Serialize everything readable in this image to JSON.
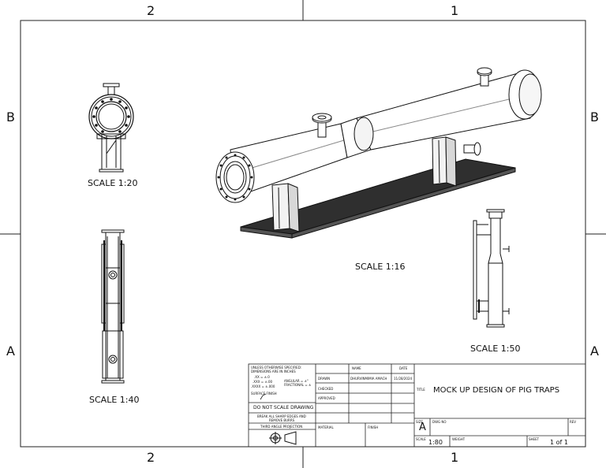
{
  "zones": {
    "top_left": "2",
    "top_right": "1",
    "bottom_left": "2",
    "bottom_right": "1",
    "left_upper": "B",
    "left_lower": "A",
    "right_upper": "B",
    "right_lower": "A"
  },
  "views": {
    "side_scale": "SCALE 1:20",
    "iso_scale": "SCALE 1:16",
    "top_scale": "SCALE 1:40",
    "front_scale": "SCALE 1:50"
  },
  "title_block": {
    "tolerance_lines": [
      "UNLESS OTHERWISE SPECIFIED:",
      "DIMENSIONS ARE IN INCHES",
      ".XX = ±.0",
      ".XXX = ±.00",
      ".XXXX = ±.000"
    ],
    "angular": "ANGULAR = ±°",
    "fractional": "FRACTIONAL = ±",
    "surface_finish": "SURFACE FINISH",
    "do_not_scale": "DO NOT SCALE DRAWING",
    "break_edges": [
      "BREAK ALL SHARP EDGES AND",
      "REMOVE BURRS"
    ],
    "projection": "THIRD ANGLE PROJECTION",
    "name_header": "NAME",
    "date_header": "DATE",
    "drawn_label": "DRAWN",
    "drawn_name": "DHURVINMIMIA AMACH",
    "drawn_date": "11/28/2024",
    "checked_label": "CHECKED",
    "approved_label": "APPROVED",
    "material_label": "MATERIAL",
    "finish_label": "FINISH",
    "title_label": "TITLE",
    "title": "MOCK UP DESIGN OF PIG TRAPS",
    "size_label": "SIZE",
    "size": "A",
    "dwg_label": "DWG NO",
    "rev_label": "REV",
    "scale_label": "SCALE",
    "scale": "1:80",
    "weight_label": "WEIGHT",
    "sheet_label": "SHEET",
    "sheet": "1 of 1"
  }
}
